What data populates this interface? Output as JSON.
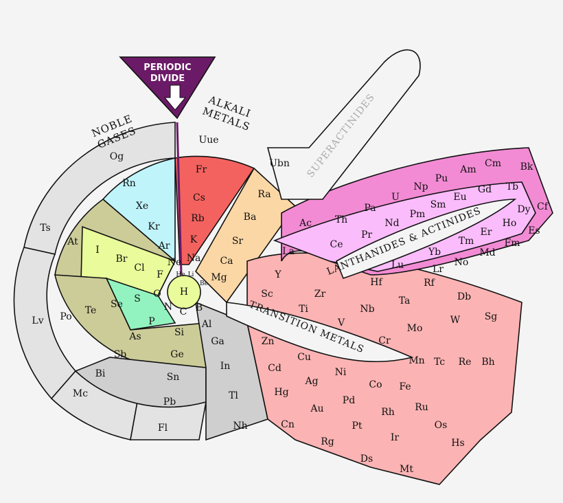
{
  "title_tag": {
    "line1": "PERIODIC",
    "line2": "DIVIDE"
  },
  "group_labels": {
    "noble_gases": [
      "NOBLE",
      "GASES"
    ],
    "alkali_metals": [
      "ALKALI",
      "METALS"
    ],
    "superactinides": "SUPERACTINIDES",
    "lanthanides_actinides": "LANTHANIDES & ACTINIDES",
    "transition_metals": "TRANSITION METALS"
  },
  "colors": {
    "noble": "#bff4fb",
    "alkali": "#f4625f",
    "alkaline": "#fbd7a5",
    "halogen": "#e9fb9a",
    "nonmetal": "#93f3c0",
    "metalloid": "#cccc99",
    "post": "#cfcfcf",
    "transition": "#fbb3b3",
    "lanth": "#fbbcfb",
    "actin": "#f28bd4",
    "unknown": "#e3e3e3",
    "hydrogen": "#e9fb9a",
    "divide": "#6b1a67"
  },
  "elements": [
    "H",
    "He",
    "Li",
    "Be",
    "B",
    "C",
    "N",
    "O",
    "F",
    "Ne",
    "Na",
    "Mg",
    "Al",
    "Si",
    "P",
    "S",
    "Cl",
    "Ar",
    "K",
    "Ca",
    "Sc",
    "Ti",
    "V",
    "Cr",
    "Mn",
    "Fe",
    "Co",
    "Ni",
    "Cu",
    "Zn",
    "Ga",
    "Ge",
    "As",
    "Se",
    "Br",
    "Kr",
    "Rb",
    "Sr",
    "Y",
    "Zr",
    "Nb",
    "Mo",
    "Tc",
    "Ru",
    "Rh",
    "Pd",
    "Ag",
    "Cd",
    "In",
    "Sn",
    "Sb",
    "Te",
    "I",
    "Xe",
    "Cs",
    "Ba",
    "La",
    "Ce",
    "Pr",
    "Nd",
    "Pm",
    "Sm",
    "Eu",
    "Gd",
    "Tb",
    "Dy",
    "Ho",
    "Er",
    "Tm",
    "Yb",
    "Lu",
    "Hf",
    "Ta",
    "W",
    "Re",
    "Os",
    "Ir",
    "Pt",
    "Au",
    "Hg",
    "Tl",
    "Pb",
    "Bi",
    "Po",
    "At",
    "Rn",
    "Fr",
    "Ra",
    "Ac",
    "Th",
    "Pa",
    "U",
    "Np",
    "Pu",
    "Am",
    "Cm",
    "Bk",
    "Cf",
    "Es",
    "Fm",
    "Md",
    "No",
    "Lr",
    "Rf",
    "Db",
    "Sg",
    "Bh",
    "Hs",
    "Mt",
    "Ds",
    "Rg",
    "Cn",
    "Nh",
    "Fl",
    "Mc",
    "Lv",
    "Ts",
    "Og",
    "Uue",
    "Ubn"
  ]
}
